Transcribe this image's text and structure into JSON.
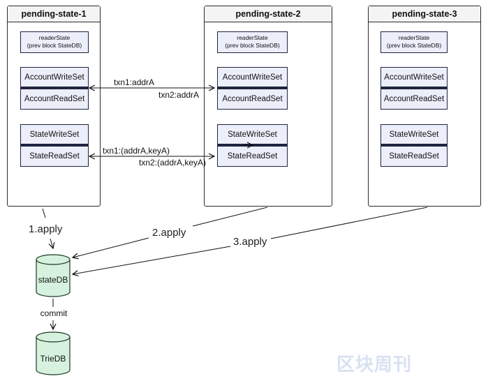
{
  "states": [
    {
      "title": "pending-state-1",
      "reader_line1": "readerState",
      "reader_line2": "(prev block StateDB)",
      "account_write": "AccountWriteSet",
      "account_read": "AccountReadSet",
      "state_write": "StateWriteSet",
      "state_read": "StateReadSet"
    },
    {
      "title": "pending-state-2",
      "reader_line1": "readerState",
      "reader_line2": "(prev block StateDB)",
      "account_write": "AccountWriteSet",
      "account_read": "AccountReadSet",
      "state_write": "StateWriteSet",
      "state_read": "StateReadSet"
    },
    {
      "title": "pending-state-3",
      "reader_line1": "readerState",
      "reader_line2": "(prev block StateDB)",
      "account_write": "AccountWriteSet",
      "account_read": "AccountReadSet",
      "state_write": "StateWriteSet",
      "state_read": "StateReadSet"
    }
  ],
  "edges": {
    "account_txn1": "txn1:addrA",
    "account_txn2": "txn2:addrA",
    "state_txn1": "txn1:(addrA,keyA)",
    "state_txn2": "txn2:(addrA,keyA)",
    "apply1": "1.apply",
    "apply2": "2.apply",
    "apply3": "3.apply",
    "commit": "commit"
  },
  "databases": {
    "statedb": "stateDB",
    "triedb": "TrieDB"
  },
  "watermark": "区块周刊"
}
